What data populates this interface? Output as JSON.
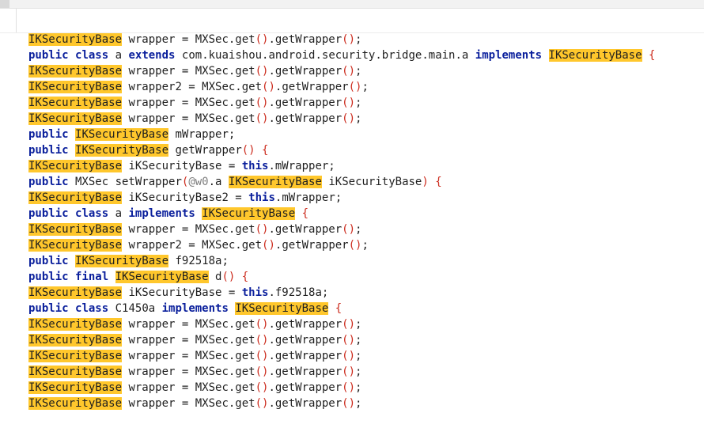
{
  "editor": {
    "search": {
      "value": "",
      "placeholder": ""
    },
    "highlight_term": "IKSecurityBase",
    "colors": {
      "highlight": "#ffc72c",
      "keyword": "#0a1f9c",
      "paren": "#cc2b1d",
      "annotation": "#7f7f7f"
    },
    "lines": [
      [
        [
          "hl",
          "IKSecurityBase"
        ],
        [
          "t",
          " wrapper = MXSec.get"
        ],
        [
          "p",
          "()"
        ],
        [
          "t",
          ".getWrapper"
        ],
        [
          "p",
          "()"
        ],
        [
          "t",
          ";"
        ]
      ],
      [
        [
          "kw",
          "public"
        ],
        [
          "t",
          " "
        ],
        [
          "kw",
          "class"
        ],
        [
          "t",
          " a "
        ],
        [
          "kw",
          "extends"
        ],
        [
          "t",
          " com.kuaishou.android.security.bridge.main.a "
        ],
        [
          "kw",
          "implements"
        ],
        [
          "t",
          " "
        ],
        [
          "hl",
          "IKSecurityBase"
        ],
        [
          "t",
          " "
        ],
        [
          "p",
          "{"
        ]
      ],
      [
        [
          "hl",
          "IKSecurityBase"
        ],
        [
          "t",
          " wrapper = MXSec.get"
        ],
        [
          "p",
          "()"
        ],
        [
          "t",
          ".getWrapper"
        ],
        [
          "p",
          "()"
        ],
        [
          "t",
          ";"
        ]
      ],
      [
        [
          "hl",
          "IKSecurityBase"
        ],
        [
          "t",
          " wrapper2 = MXSec.get"
        ],
        [
          "p",
          "()"
        ],
        [
          "t",
          ".getWrapper"
        ],
        [
          "p",
          "()"
        ],
        [
          "t",
          ";"
        ]
      ],
      [
        [
          "hl",
          "IKSecurityBase"
        ],
        [
          "t",
          " wrapper = MXSec.get"
        ],
        [
          "p",
          "()"
        ],
        [
          "t",
          ".getWrapper"
        ],
        [
          "p",
          "()"
        ],
        [
          "t",
          ";"
        ]
      ],
      [
        [
          "hl",
          "IKSecurityBase"
        ],
        [
          "t",
          " wrapper = MXSec.get"
        ],
        [
          "p",
          "()"
        ],
        [
          "t",
          ".getWrapper"
        ],
        [
          "p",
          "()"
        ],
        [
          "t",
          ";"
        ]
      ],
      [
        [
          "kw",
          "public"
        ],
        [
          "t",
          " "
        ],
        [
          "hl",
          "IKSecurityBase"
        ],
        [
          "t",
          " mWrapper;"
        ]
      ],
      [
        [
          "kw",
          "public"
        ],
        [
          "t",
          " "
        ],
        [
          "hl",
          "IKSecurityBase"
        ],
        [
          "t",
          " getWrapper"
        ],
        [
          "p",
          "()"
        ],
        [
          "t",
          " "
        ],
        [
          "p",
          "{"
        ]
      ],
      [
        [
          "hl",
          "IKSecurityBase"
        ],
        [
          "t",
          " iKSecurityBase = "
        ],
        [
          "kw",
          "this"
        ],
        [
          "t",
          ".mWrapper;"
        ]
      ],
      [
        [
          "kw",
          "public"
        ],
        [
          "t",
          " MXSec setWrapper"
        ],
        [
          "p",
          "("
        ],
        [
          "an",
          "@w0"
        ],
        [
          "t",
          ".a "
        ],
        [
          "hl",
          "IKSecurityBase"
        ],
        [
          "t",
          " iKSecurityBase"
        ],
        [
          "p",
          ")"
        ],
        [
          "t",
          " "
        ],
        [
          "p",
          "{"
        ]
      ],
      [
        [
          "hl",
          "IKSecurityBase"
        ],
        [
          "t",
          " iKSecurityBase2 = "
        ],
        [
          "kw",
          "this"
        ],
        [
          "t",
          ".mWrapper;"
        ]
      ],
      [
        [
          "kw",
          "public"
        ],
        [
          "t",
          " "
        ],
        [
          "kw",
          "class"
        ],
        [
          "t",
          " a "
        ],
        [
          "kw",
          "implements"
        ],
        [
          "t",
          " "
        ],
        [
          "hl",
          "IKSecurityBase"
        ],
        [
          "t",
          " "
        ],
        [
          "p",
          "{"
        ]
      ],
      [
        [
          "hl",
          "IKSecurityBase"
        ],
        [
          "t",
          " wrapper = MXSec.get"
        ],
        [
          "p",
          "()"
        ],
        [
          "t",
          ".getWrapper"
        ],
        [
          "p",
          "()"
        ],
        [
          "t",
          ";"
        ]
      ],
      [
        [
          "hl",
          "IKSecurityBase"
        ],
        [
          "t",
          " wrapper2 = MXSec.get"
        ],
        [
          "p",
          "()"
        ],
        [
          "t",
          ".getWrapper"
        ],
        [
          "p",
          "()"
        ],
        [
          "t",
          ";"
        ]
      ],
      [
        [
          "kw",
          "public"
        ],
        [
          "t",
          " "
        ],
        [
          "hl",
          "IKSecurityBase"
        ],
        [
          "t",
          " f92518a;"
        ]
      ],
      [
        [
          "kw",
          "public"
        ],
        [
          "t",
          " "
        ],
        [
          "kw",
          "final"
        ],
        [
          "t",
          " "
        ],
        [
          "hl",
          "IKSecurityBase"
        ],
        [
          "t",
          " d"
        ],
        [
          "p",
          "()"
        ],
        [
          "t",
          " "
        ],
        [
          "p",
          "{"
        ]
      ],
      [
        [
          "hl",
          "IKSecurityBase"
        ],
        [
          "t",
          " iKSecurityBase = "
        ],
        [
          "kw",
          "this"
        ],
        [
          "t",
          ".f92518a;"
        ]
      ],
      [
        [
          "kw",
          "public"
        ],
        [
          "t",
          " "
        ],
        [
          "kw",
          "class"
        ],
        [
          "t",
          " C1450a "
        ],
        [
          "kw",
          "implements"
        ],
        [
          "t",
          " "
        ],
        [
          "hl",
          "IKSecurityBase"
        ],
        [
          "t",
          " "
        ],
        [
          "p",
          "{"
        ]
      ],
      [
        [
          "hl",
          "IKSecurityBase"
        ],
        [
          "t",
          " wrapper = MXSec.get"
        ],
        [
          "p",
          "()"
        ],
        [
          "t",
          ".getWrapper"
        ],
        [
          "p",
          "()"
        ],
        [
          "t",
          ";"
        ]
      ],
      [
        [
          "hl",
          "IKSecurityBase"
        ],
        [
          "t",
          " wrapper = MXSec.get"
        ],
        [
          "p",
          "()"
        ],
        [
          "t",
          ".getWrapper"
        ],
        [
          "p",
          "()"
        ],
        [
          "t",
          ";"
        ]
      ],
      [
        [
          "hl",
          "IKSecurityBase"
        ],
        [
          "t",
          " wrapper = MXSec.get"
        ],
        [
          "p",
          "()"
        ],
        [
          "t",
          ".getWrapper"
        ],
        [
          "p",
          "()"
        ],
        [
          "t",
          ";"
        ]
      ],
      [
        [
          "hl",
          "IKSecurityBase"
        ],
        [
          "t",
          " wrapper = MXSec.get"
        ],
        [
          "p",
          "()"
        ],
        [
          "t",
          ".getWrapper"
        ],
        [
          "p",
          "()"
        ],
        [
          "t",
          ";"
        ]
      ],
      [
        [
          "hl",
          "IKSecurityBase"
        ],
        [
          "t",
          " wrapper = MXSec.get"
        ],
        [
          "p",
          "()"
        ],
        [
          "t",
          ".getWrapper"
        ],
        [
          "p",
          "()"
        ],
        [
          "t",
          ";"
        ]
      ],
      [
        [
          "hl",
          "IKSecurityBase"
        ],
        [
          "t",
          " wrapper = MXSec.get"
        ],
        [
          "p",
          "()"
        ],
        [
          "t",
          ".getWrapper"
        ],
        [
          "p",
          "()"
        ],
        [
          "t",
          ";"
        ]
      ]
    ]
  }
}
